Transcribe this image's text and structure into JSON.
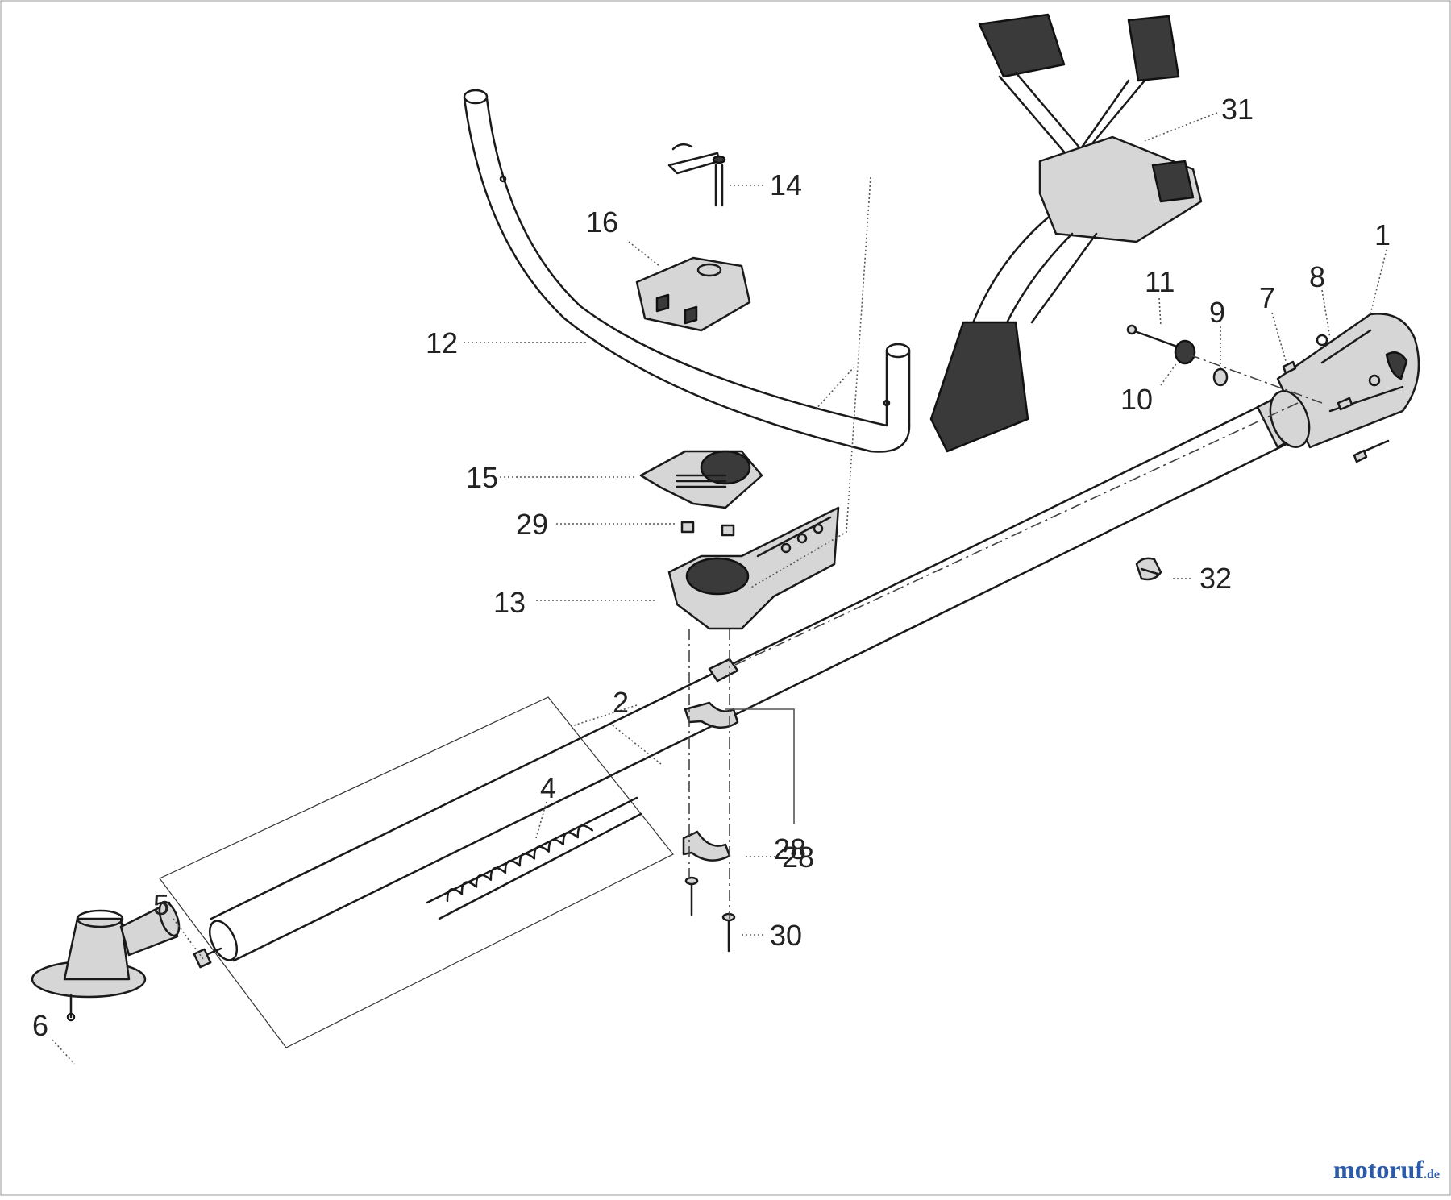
{
  "callouts": [
    "1",
    "2",
    "4",
    "5",
    "6",
    "7",
    "8",
    "9",
    "10",
    "11",
    "12",
    "13",
    "14",
    "15",
    "16",
    "28",
    "28",
    "29",
    "30",
    "31",
    "32"
  ],
  "watermark": {
    "brand": "motoruf",
    "tld": ".de",
    "color": "#2a5aa8"
  },
  "colors": {
    "line": "#1a1a1a",
    "fill": "#d6d6d6",
    "dark": "#3a3a3a",
    "background": "#ffffff"
  }
}
